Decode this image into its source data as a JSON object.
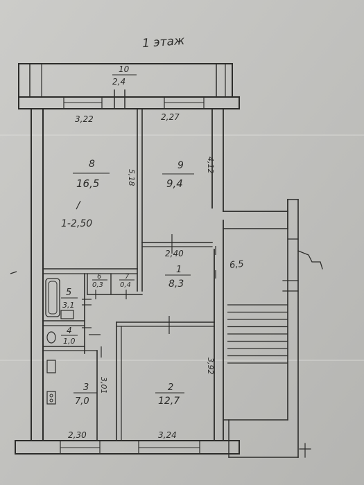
{
  "plan": {
    "title": "1 этаж",
    "rooms": [
      {
        "id": "10",
        "number": "10",
        "area": "2,4"
      },
      {
        "id": "8",
        "number": "8",
        "area": "16,5",
        "extra": "1-2,50"
      },
      {
        "id": "9",
        "number": "9",
        "area": "9,4"
      },
      {
        "id": "1",
        "number": "1",
        "area": "8,3"
      },
      {
        "id": "6",
        "number": "6",
        "area": "0,3"
      },
      {
        "id": "7",
        "number": "7",
        "area": "0,4"
      },
      {
        "id": "5",
        "number": "5",
        "area": "3,1"
      },
      {
        "id": "4",
        "number": "4",
        "area": "1,0"
      },
      {
        "id": "3",
        "number": "3",
        "area": "7,0"
      },
      {
        "id": "2",
        "number": "2",
        "area": "12,7"
      }
    ],
    "dimensions": {
      "d322": "3,22",
      "d227": "2,27",
      "d518": "5,18",
      "d412": "4,12",
      "d240": "2,40",
      "d65": "6,5",
      "d392": "3,92",
      "d301": "3,01",
      "d230": "2,30",
      "d324": "3,24"
    },
    "colors": {
      "paper": "#c9c9c6",
      "ink": "#2c2c2a",
      "shadow": "#8e8e8b"
    }
  }
}
